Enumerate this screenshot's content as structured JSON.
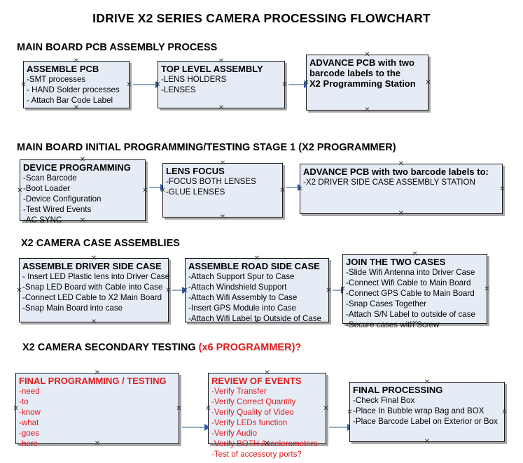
{
  "document": {
    "title": "IDRIVE X2  SERIES CAMERA PROCESSING FLOWCHART"
  },
  "colors": {
    "box_fill": "#e6ecf6",
    "box_border": "#1a1a1a",
    "box_shadow": "#a8a8a8",
    "connector_line": "#8fa9c4",
    "connector_arrow": "#2f5fb5",
    "red_text": "#e01b1b",
    "black_text": "#000000",
    "background": "#ffffff"
  },
  "sections": [
    {
      "heading": "MAIN BOARD PCB ASSEMBLY PROCESS",
      "heading_red": "",
      "boxes": [
        {
          "header": "ASSEMBLE PCB",
          "lines": [
            "-SMT processes",
            "- HAND Solder processes",
            "- Attach Bar Code Label"
          ],
          "red": false
        },
        {
          "header": "TOP LEVEL ASSEMBLY",
          "lines": [
            "-LENS HOLDERS",
            "-LENSES"
          ],
          "red": false
        },
        {
          "header": "ADVANCE PCB with two",
          "lines": [
            "barcode labels to the",
            " X2 Programming Station"
          ],
          "red": false
        }
      ]
    },
    {
      "heading": "MAIN BOARD INITIAL PROGRAMMING/TESTING STAGE 1 (X2 PROGRAMMER)",
      "heading_red": "",
      "boxes": [
        {
          "header": "DEVICE PROGRAMMING",
          "lines": [
            "-Scan Barcode",
            "-Boot Loader",
            "-Device Configuration",
            "-Test Wired Events",
            "-AC SYNC"
          ],
          "red": false
        },
        {
          "header": "LENS FOCUS",
          "lines": [
            "-FOCUS BOTH LENSES",
            "-GLUE LENSES"
          ],
          "red": false
        },
        {
          "header": "ADVANCE PCB with two barcode labels to:",
          "lines": [
            "-X2 DRIVER  SIDE  CASE  ASSEMBLY STATION"
          ],
          "red": false
        }
      ]
    },
    {
      "heading": "X2 CAMERA CASE ASSEMBLIES",
      "heading_red": "",
      "boxes": [
        {
          "header": "ASSEMBLE DRIVER SIDE CASE",
          "lines": [
            "- Insert LED Plastic lens into Driver Case",
            "-Snap LED Board with Cable into Case",
            "-Connect LED Cable to X2 Main Board",
            "-Snap Main Board into case"
          ],
          "red": false
        },
        {
          "header": "ASSEMBLE ROAD SIDE CASE",
          "lines": [
            "-Attach Support Spur to Case",
            "-Attach Windshield Support",
            "-Attach Wifi Assembly to Case",
            "-Insert GPS Module into Case",
            "-Attach Wifi Label to Outside of Case"
          ],
          "red": false
        },
        {
          "header": "JOIN THE TWO CASES",
          "lines": [
            "-Slide Wifi Antenna into Driver Case",
            "-Connect Wifi Cable to Main Board",
            "-Connect GPS Cable to Main Board",
            "-Snap Cases Together",
            "-Attach S/N Label to outside of case",
            "-Secure cases with Screw"
          ],
          "red": false
        }
      ]
    },
    {
      "heading": "X2 CAMERA SECONDARY TESTING ",
      "heading_red": "(x6 PROGRAMMER)?",
      "boxes": [
        {
          "header": "FINAL PROGRAMMING / TESTING",
          "lines": [
            "-need",
            "-to",
            "-know",
            "-what",
            "-goes",
            "-here"
          ],
          "red": true
        },
        {
          "header": "REVIEW OF EVENTS",
          "lines": [
            "-Verify Transfer",
            "-Verify Correct Quantity",
            "-Verify Quality of Video",
            "-Verify LEDs function",
            "-Verify Audio",
            "-Verify BOTH Accelerometers",
            "-Test of accessory ports?"
          ],
          "red": true
        },
        {
          "header": "FINAL PROCESSING",
          "lines": [
            " -Check Final Box",
            "-Place In Bubble wrap Bag and BOX",
            "-Place Barcode Label on Exterior or Box"
          ],
          "red": false
        }
      ]
    }
  ]
}
